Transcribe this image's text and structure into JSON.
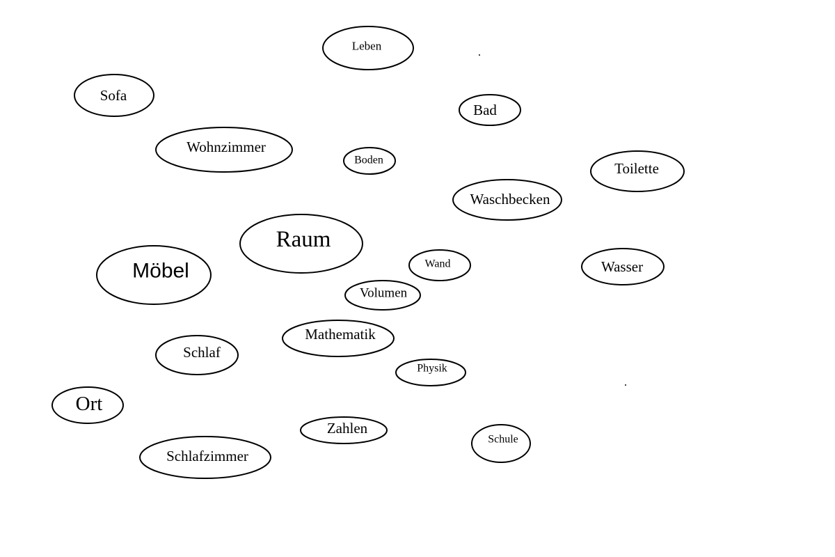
{
  "diagram": {
    "type": "word-cluster",
    "nodes": [
      {
        "id": "leben",
        "label": "Leben"
      },
      {
        "id": "sofa",
        "label": "Sofa"
      },
      {
        "id": "bad",
        "label": "Bad"
      },
      {
        "id": "wohnzimmer",
        "label": "Wohnzimmer"
      },
      {
        "id": "boden",
        "label": "Boden"
      },
      {
        "id": "toilette",
        "label": "Toilette"
      },
      {
        "id": "waschbecken",
        "label": "Waschbecken"
      },
      {
        "id": "raum",
        "label": "Raum"
      },
      {
        "id": "moebel",
        "label": "Möbel"
      },
      {
        "id": "wand",
        "label": "Wand"
      },
      {
        "id": "wasser",
        "label": "Wasser"
      },
      {
        "id": "volumen",
        "label": "Volumen"
      },
      {
        "id": "mathematik",
        "label": "Mathematik"
      },
      {
        "id": "schlaf",
        "label": "Schlaf"
      },
      {
        "id": "physik",
        "label": "Physik"
      },
      {
        "id": "ort",
        "label": "Ort"
      },
      {
        "id": "zahlen",
        "label": "Zahlen"
      },
      {
        "id": "schule",
        "label": "Schule"
      },
      {
        "id": "schlafzimmer",
        "label": "Schlafzimmer"
      }
    ]
  }
}
